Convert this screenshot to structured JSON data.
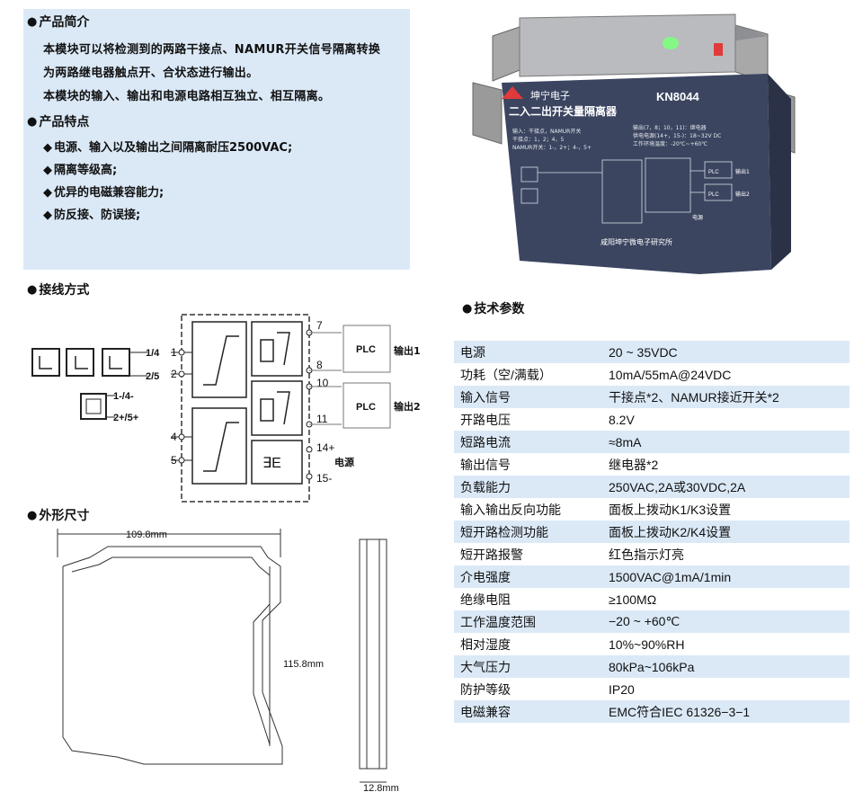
{
  "intro": {
    "heading": "产品简介",
    "lines": [
      "本模块可以将检测到的两路干接点、NAMUR开关信号隔离转换",
      "为两路继电器触点开、合状态进行输出。",
      "本模块的输入、输出和电源电路相互独立、相互隔离。"
    ]
  },
  "features": {
    "heading": "产品特点",
    "items": [
      "电源、输入以及输出之间隔离耐压2500VAC;",
      "隔离等级高;",
      "优异的电磁兼容能力;",
      "防反接、防误接;"
    ]
  },
  "wiring": {
    "heading": "接线方式",
    "in_labels": [
      "1/4",
      "2/5",
      "1-/4-",
      "2+/5+"
    ],
    "terminals_left": [
      "1",
      "2",
      "4",
      "5"
    ],
    "terminals_right": [
      "7",
      "8",
      "10",
      "11",
      "14+",
      "15-"
    ],
    "plc": "PLC",
    "out1": "输出1",
    "out2": "输出2",
    "power": "电源"
  },
  "dimensions": {
    "heading": "外形尺寸",
    "width": "109.8mm",
    "height": "115.8mm",
    "depth": "12.8mm"
  },
  "product": {
    "brand": "坤宁电子",
    "model": "KN8044",
    "title": "二入二出开关量隔离器",
    "spec_left": [
      "输入：干接点，NAMUR开关",
      "干接点：1，2；4，5",
      "NAMUR开关：1-，2+；4-，5+"
    ],
    "spec_right": [
      "输出(7，8；10，11)：继电器",
      "供电电源(14+，15-)：18~32V DC",
      "工作环境温度：-20℃~+60℃"
    ],
    "maker": "咸阳坤宁微电子研究所",
    "plc": "PLC",
    "out1": "输出1",
    "out2": "输出2",
    "power": "电源"
  },
  "specs": {
    "heading": "技术参数",
    "rows": [
      {
        "k": "电源",
        "v": "20 ~ 35VDC"
      },
      {
        "k": "功耗（空/满载）",
        "v": "10mA/55mA@24VDC"
      },
      {
        "k": "输入信号",
        "v": "干接点*2、NAMUR接近开关*2"
      },
      {
        "k": "开路电压",
        "v": "8.2V"
      },
      {
        "k": "短路电流",
        "v": "≈8mA"
      },
      {
        "k": "输出信号",
        "v": "继电器*2"
      },
      {
        "k": "负载能力",
        "v": "250VAC,2A或30VDC,2A"
      },
      {
        "k": "输入输出反向功能",
        "v": "面板上拨动K1/K3设置"
      },
      {
        "k": "短开路检测功能",
        "v": "面板上拨动K2/K4设置"
      },
      {
        "k": "短开路报警",
        "v": "红色指示灯亮"
      },
      {
        "k": "介电强度",
        "v": "1500VAC@1mA/1min"
      },
      {
        "k": "绝缘电阻",
        "v": "≥100MΩ"
      },
      {
        "k": "工作温度范围",
        "v": "−20 ~ +60℃"
      },
      {
        "k": "相对湿度",
        "v": "10%~90%RH"
      },
      {
        "k": "大气压力",
        "v": "80kPa~106kPa"
      },
      {
        "k": "防护等级",
        "v": "IP20"
      },
      {
        "k": "电磁兼容",
        "v": "EMC符合IEC 61326−3−1"
      }
    ]
  },
  "colors": {
    "box_bg": "#dbe9f7",
    "device_body": "#3b4560",
    "led_green": "#7dff7d",
    "led_red": "#e03a3a"
  }
}
